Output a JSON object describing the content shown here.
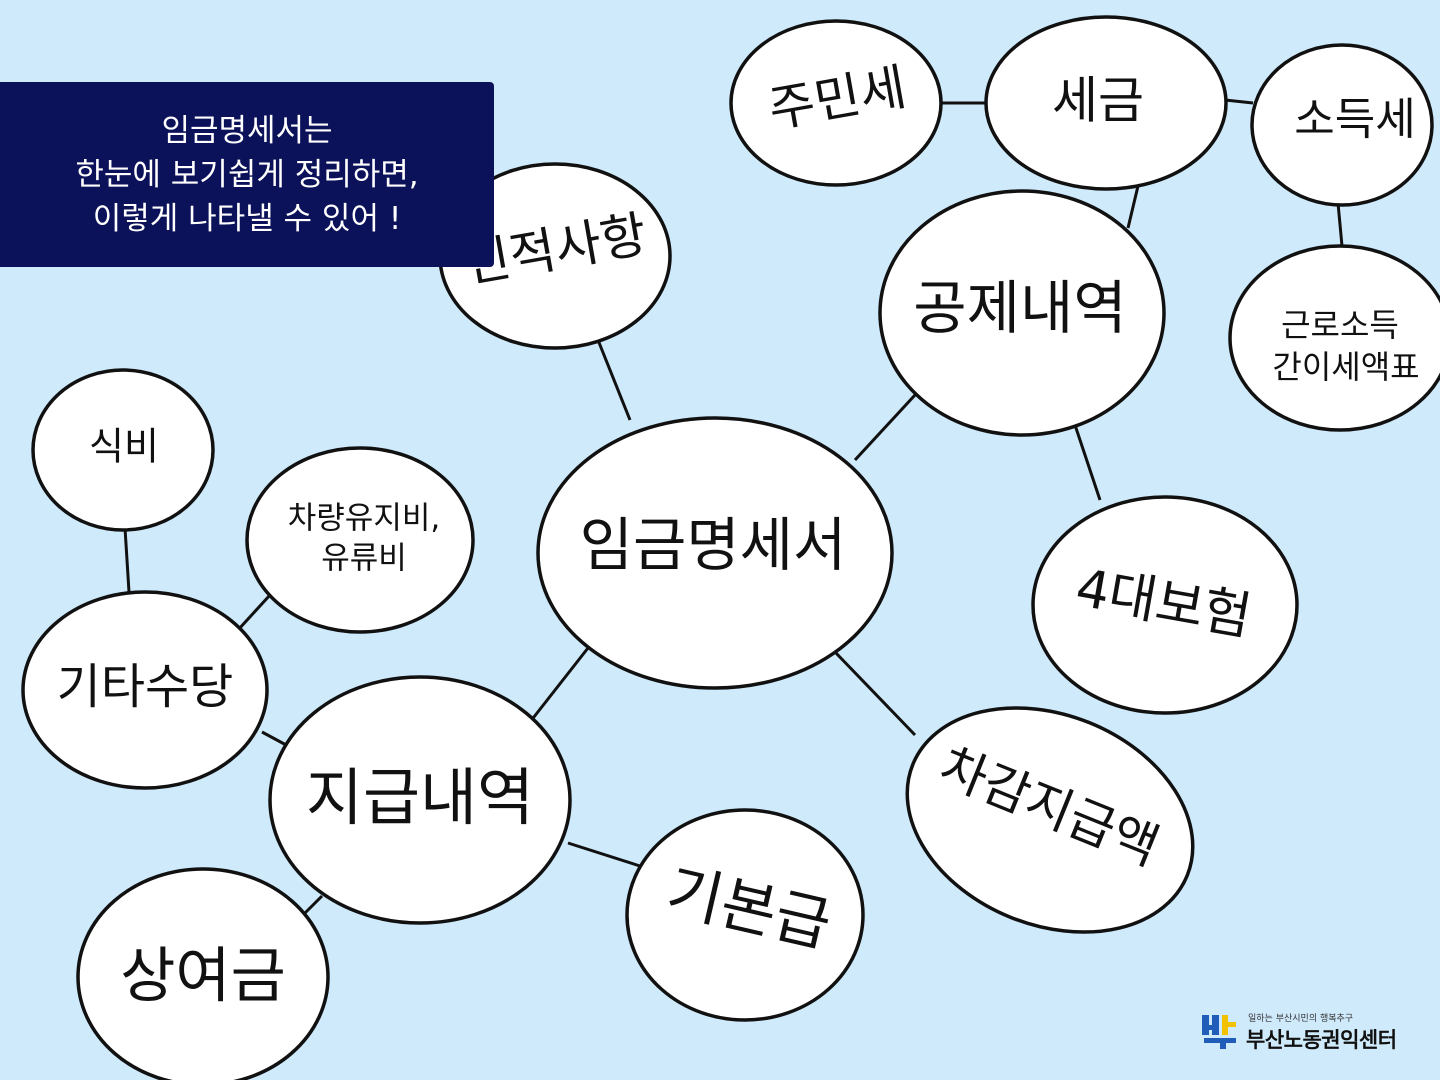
{
  "caption": {
    "line1": "임금명세서는",
    "line2": "한눈에 보기쉽게 정리하면,",
    "line3": "이렇게 나타낼 수 있어 !"
  },
  "nodes": {
    "center": "임금명세서",
    "personal_info": "인적사항",
    "deductions": "공제내역",
    "tax": "세금",
    "resident_tax": "주민세",
    "income_tax": "소득세",
    "tax_table_line1": "근로소득",
    "tax_table_line2": "간이세액표",
    "insurance": "4대보험",
    "net_pay": "차감지급액",
    "payment": "지급내역",
    "base_pay": "기본급",
    "bonus": "상여금",
    "other_allowance": "기타수당",
    "meal": "식비",
    "car_fuel_line1": "차량유지비,",
    "car_fuel_line2": "유류비"
  },
  "logo": {
    "tagline": "일하는 부산시민의 행복추구",
    "name": "부산노동권익센터",
    "colors": {
      "blue": "#1f5db8",
      "yellow": "#f2c200"
    }
  },
  "colors": {
    "background": "#cfeafb",
    "caption_bg": "#0c1259",
    "node_fill": "#ffffff",
    "node_stroke": "#111111"
  }
}
